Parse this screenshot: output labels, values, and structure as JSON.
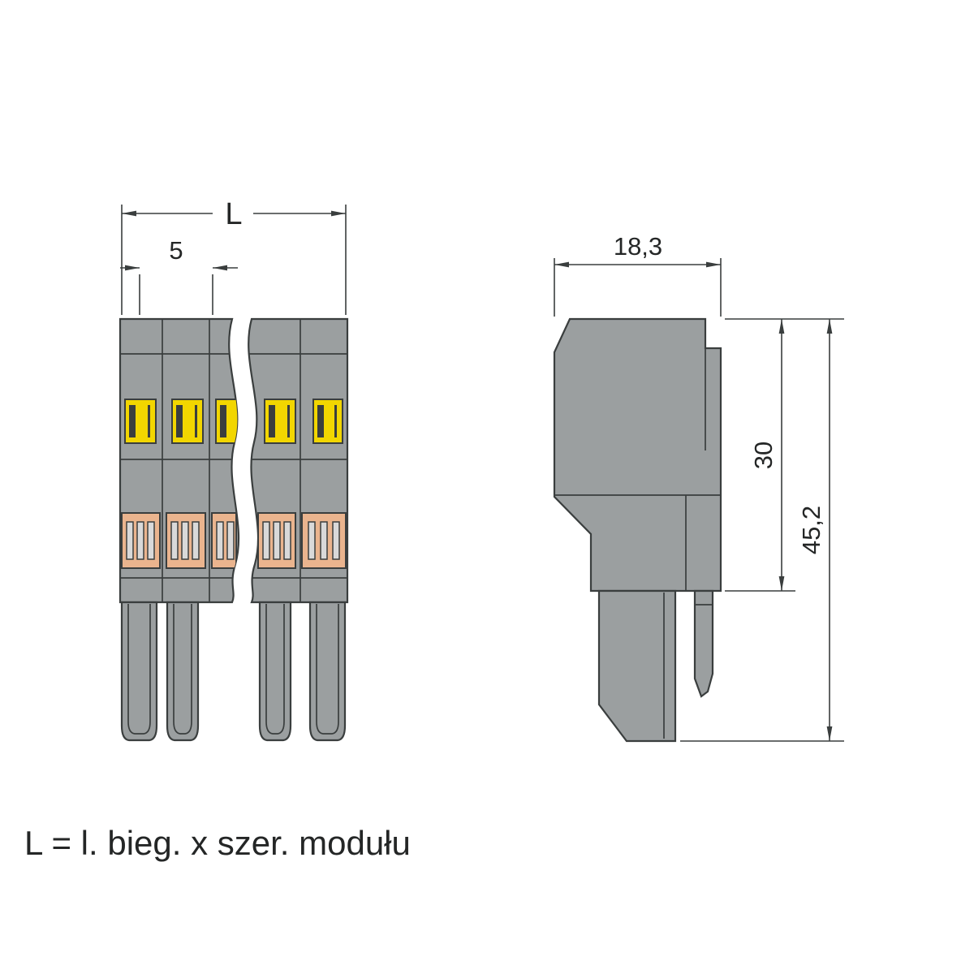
{
  "diagram": {
    "footer_formula": "L = l. bieg. x szer. modułu",
    "front_view": {
      "dim_length_label": "L",
      "dim_pitch_label": "5"
    },
    "side_view": {
      "dim_width_label": "18,3",
      "dim_body_height_label": "30",
      "dim_total_height_label": "45,2"
    },
    "colors": {
      "body_gray": "#9b9fa0",
      "accent_yellow": "#f2d600",
      "contact_copper": "#eab48e",
      "line_dark": "#3a3e3e",
      "text": "#242626",
      "background": "#ffffff",
      "slot_light": "#d9d9d9"
    }
  }
}
